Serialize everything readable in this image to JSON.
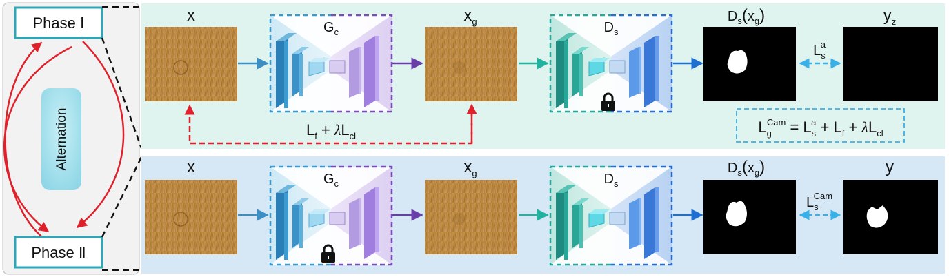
{
  "left_panel": {
    "phase1_label": "Phase Ⅰ",
    "phase2_label": "Phase Ⅱ",
    "alternation_label": "Alternation"
  },
  "phase1": {
    "input_label": {
      "main": "x",
      "sub": ""
    },
    "generator_label": {
      "main": "G",
      "sub": "c"
    },
    "generated_label": {
      "main": "x",
      "sub": "g"
    },
    "segmenter_label": {
      "main": "D",
      "sub": "s"
    },
    "output_label": {
      "main": "D",
      "sub": "s",
      "arg_main": "x",
      "arg_sub": "g"
    },
    "target_label": {
      "main": "y",
      "sub": "z"
    },
    "loss_link": {
      "main": "L",
      "sub": "s",
      "sup": "a"
    },
    "generator_loss": {
      "t1": "L",
      "s1": "f",
      "plus": " + ",
      "lambda": "λ",
      "t2": "L",
      "s2": "cl"
    },
    "total_loss": {
      "lhs": "L",
      "lhs_sub": "g",
      "lhs_sup": "Cam",
      "eq": " = ",
      "t1": "L",
      "t1_sub": "s",
      "t1_sup": "a",
      "plus1": " + ",
      "t2": "L",
      "t2_sub": "f",
      "plus2": " + ",
      "lambda": "λ",
      "t3": "L",
      "t3_sub": "cl"
    },
    "locked_module": "segmenter"
  },
  "phase2": {
    "input_label": {
      "main": "x",
      "sub": ""
    },
    "generator_label": {
      "main": "G",
      "sub": "c"
    },
    "generated_label": {
      "main": "x",
      "sub": "g"
    },
    "segmenter_label": {
      "main": "D",
      "sub": "s"
    },
    "output_label": {
      "main": "D",
      "sub": "s",
      "arg_main": "x",
      "arg_sub": "g"
    },
    "target_label": {
      "main": "y",
      "sub": ""
    },
    "loss_link": {
      "main": "L",
      "sub": "s",
      "sup": "Cam"
    },
    "locked_module": "generator"
  },
  "colors": {
    "phase1_bg": "#dff4ee",
    "phase2_bg": "#d6e8f5",
    "left_bg": "#f2f2f2",
    "phase_box_border": "#2aa8b8",
    "alternation_arrow": "#e0202a",
    "feedback_arrow": "#e0202a",
    "arrow_to_generator": "#3b8fc4",
    "arrow_to_segmenter": "#22b3a0",
    "arrow_from_generator": "#6a3ea8",
    "arrow_from_segmenter": "#1e6fd0",
    "loss_arrow": "#3ab0e8",
    "generator_border_left": "#3a9ad0",
    "generator_border_right": "#7a4cb8",
    "segmenter_border_left": "#26a89a",
    "segmenter_border_right": "#2a6fd0",
    "total_loss_border": "#3ab0e8"
  }
}
